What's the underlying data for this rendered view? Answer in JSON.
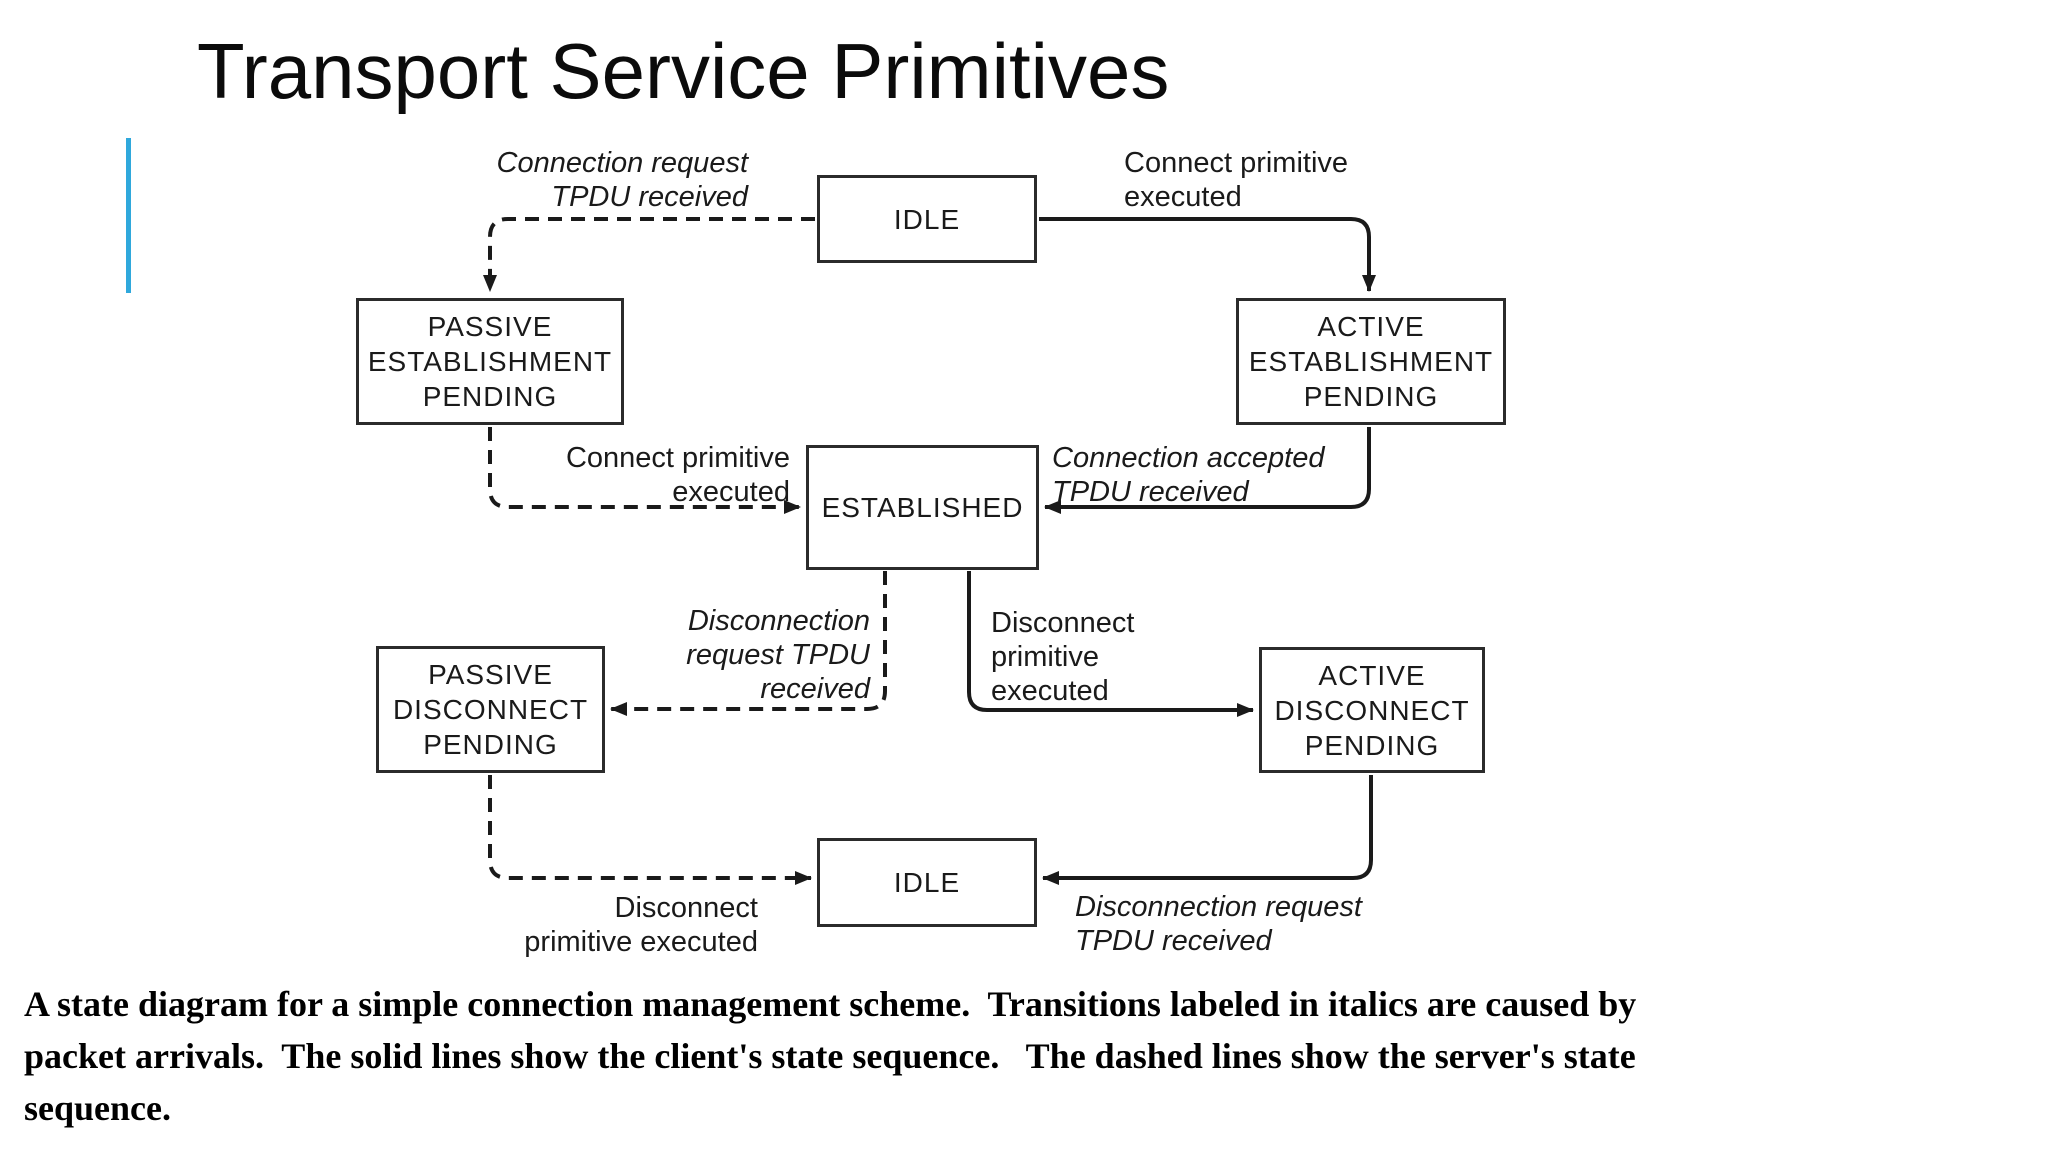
{
  "slide": {
    "title": "Transport Service Primitives"
  },
  "colors": {
    "accent_blue": "#2fa8dc",
    "ink": "#1a1a1a",
    "background": "#ffffff"
  },
  "diagram": {
    "nodes": {
      "idle_top": "IDLE",
      "passive_establishment_pending": "PASSIVE\nESTABLISHMENT\nPENDING",
      "active_establishment_pending": "ACTIVE\nESTABLISHMENT\nPENDING",
      "established": "ESTABLISHED",
      "passive_disconnect_pending": "PASSIVE\nDISCONNECT\nPENDING",
      "active_disconnect_pending": "ACTIVE\nDISCONNECT\nPENDING",
      "idle_bottom": "IDLE"
    },
    "labels": {
      "connection_request": {
        "text": "Connection request\nTPDU received",
        "italic": true
      },
      "connect_primitive_top": {
        "text": "Connect primitive\nexecuted",
        "italic": false
      },
      "connect_primitive_mid": {
        "text": "Connect primitive\nexecuted",
        "italic": false
      },
      "connection_accepted": {
        "text": "Connection accepted\nTPDU received",
        "italic": true
      },
      "disconnection_request_mid": {
        "text": "Disconnection\nrequest TPDU\nreceived",
        "italic": true
      },
      "disconnect_primitive_mid": {
        "text": "Disconnect\nprimitive\nexecuted",
        "italic": false
      },
      "disconnect_primitive_bottom": {
        "text": "Disconnect\nprimitive executed",
        "italic": false
      },
      "disconnection_request_bottom": {
        "text": "Disconnection request\nTPDU received",
        "italic": true
      }
    },
    "line_styles": {
      "solid_meaning": "client's state sequence",
      "dashed_meaning": "server's state sequence"
    }
  },
  "caption": {
    "text": "A state diagram for a simple connection management scheme.  Transitions labeled in italics are caused by\npacket arrivals.  The solid lines show the client's state sequence.   The dashed lines show the server's state\nsequence."
  }
}
